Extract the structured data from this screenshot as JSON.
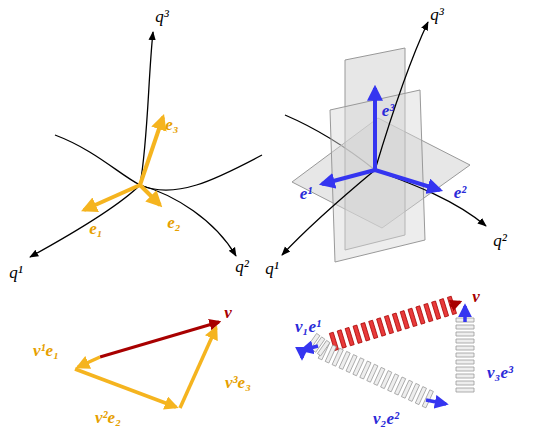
{
  "diagram": {
    "labels": [
      "q³",
      "e₃",
      "e₁",
      "e₂",
      "q¹",
      "q²",
      "q³",
      "e³",
      "e¹",
      "e²",
      "q¹",
      "q²",
      "v",
      "v¹e₁",
      "v³e₃",
      "v²e₂",
      "v",
      "v₁e¹",
      "v₃e³",
      "v₂e²"
    ]
  }
}
